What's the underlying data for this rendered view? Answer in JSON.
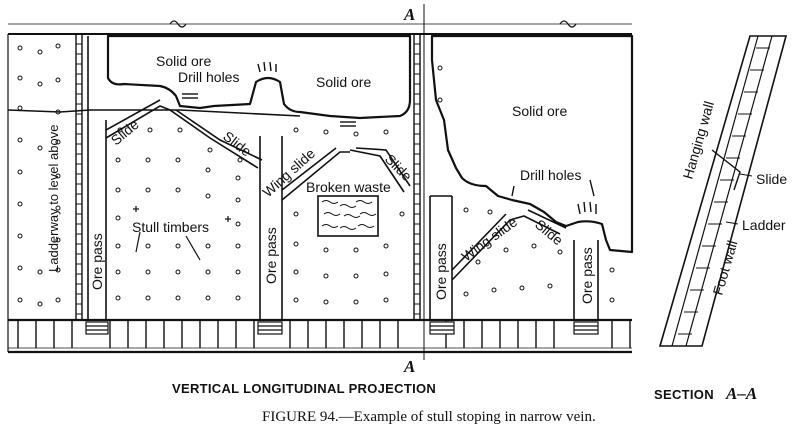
{
  "labels": {
    "section_mark": "A",
    "solid_ore_1": "Solid ore",
    "solid_ore_2": "Solid ore",
    "solid_ore_3": "Solid ore",
    "drill_holes_1": "Drill holes",
    "drill_holes_2": "Drill holes",
    "slide_1": "Slide",
    "slide_2": "Slide",
    "slide_3": "Slide",
    "slide_4": "Slide",
    "wing_slide_1": "Wing slide",
    "wing_slide_2": "Wing slide",
    "broken_waste": "Broken waste",
    "stull_timbers": "Stull timbers",
    "ore_pass_1": "Ore pass",
    "ore_pass_2": "Ore pass",
    "ore_pass_3": "Ore pass",
    "ore_pass_4": "Ore pass",
    "ladderway": "Ladderway to level above",
    "hanging_wall": "Hanging wall",
    "foot_wall": "Foot wall",
    "section_slide": "Slide",
    "section_ladder": "Ladder"
  },
  "captions": {
    "projection_title": "VERTICAL LONGITUDINAL PROJECTION",
    "section_title_prefix": "SECTION",
    "section_title_mark": "A–A",
    "figure_caption": "FIGURE 94.—Example of stull stoping in narrow vein."
  }
}
